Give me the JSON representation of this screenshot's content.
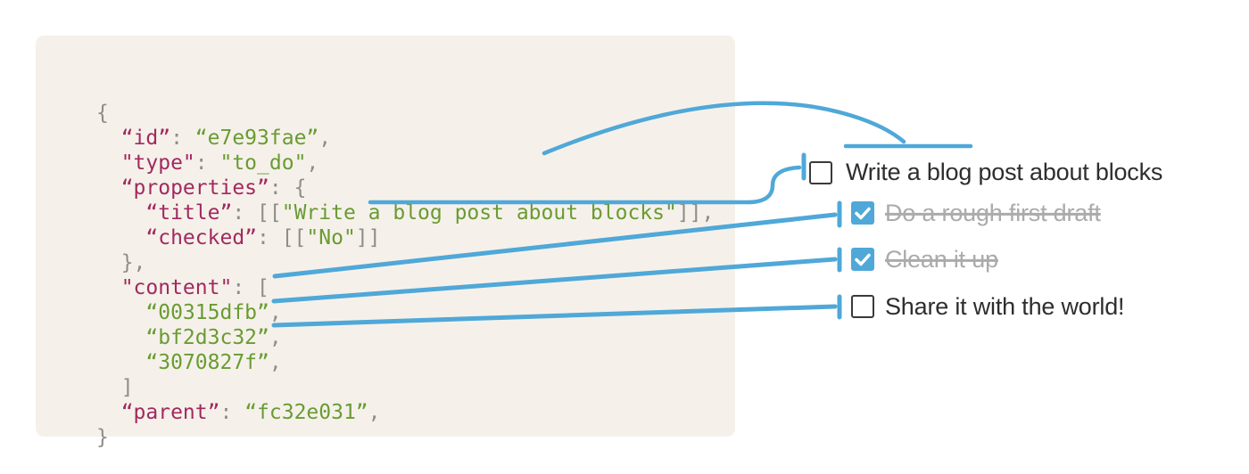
{
  "colors": {
    "accent_blue": "#4fa8d8",
    "panel_bg": "#f5f1ea",
    "code_key": "#a22960",
    "code_value": "#6a9b33",
    "code_punct": "#8e8d89",
    "todo_text": "#2e2e2e",
    "todo_done_text": "#ababab",
    "checkbox_border": "#3a3a3a"
  },
  "code": {
    "lines": [
      [
        [
          "p",
          "{"
        ]
      ],
      [
        [
          "k",
          "  “id”"
        ],
        [
          "p",
          ": "
        ],
        [
          "v",
          "“e7e93fae”"
        ],
        [
          "p",
          ","
        ]
      ],
      [
        [
          "k",
          "  \"type\""
        ],
        [
          "p",
          ": "
        ],
        [
          "v",
          "\"to_do\""
        ],
        [
          "p",
          ","
        ]
      ],
      [
        [
          "k",
          "  “properties”"
        ],
        [
          "p",
          ": {"
        ]
      ],
      [
        [
          "k",
          "    “title”"
        ],
        [
          "p",
          ": [["
        ],
        [
          "v",
          "\"Write a blog post about blocks\""
        ],
        [
          "p",
          "]],"
        ]
      ],
      [
        [
          "k",
          "    “checked”"
        ],
        [
          "p",
          ": [["
        ],
        [
          "v",
          "\"No\""
        ],
        [
          "p",
          "]]"
        ]
      ],
      [
        [
          "p",
          "  },"
        ]
      ],
      [
        [
          "k",
          "  \"content\""
        ],
        [
          "p",
          ": ["
        ]
      ],
      [
        [
          "v",
          "    “00315dfb”"
        ],
        [
          "p",
          ","
        ]
      ],
      [
        [
          "v",
          "    “bf2d3c32”"
        ],
        [
          "p",
          ","
        ]
      ],
      [
        [
          "v",
          "    “3070827f”"
        ],
        [
          "p",
          ","
        ]
      ],
      [
        [
          "p",
          "  ]"
        ]
      ],
      [
        [
          "k",
          "  “parent”"
        ],
        [
          "p",
          ": "
        ],
        [
          "v",
          "“fc32e031”"
        ],
        [
          "p",
          ","
        ]
      ],
      [
        [
          "p",
          "}"
        ]
      ]
    ]
  },
  "todo": {
    "items": [
      {
        "label": "Write a blog post about blocks",
        "state": "unchecked"
      },
      {
        "label": "Do a rough first draft",
        "state": "checked"
      },
      {
        "label": "Clean it up",
        "state": "checked"
      },
      {
        "label": "Share it with the world!",
        "state": "unchecked"
      }
    ]
  }
}
